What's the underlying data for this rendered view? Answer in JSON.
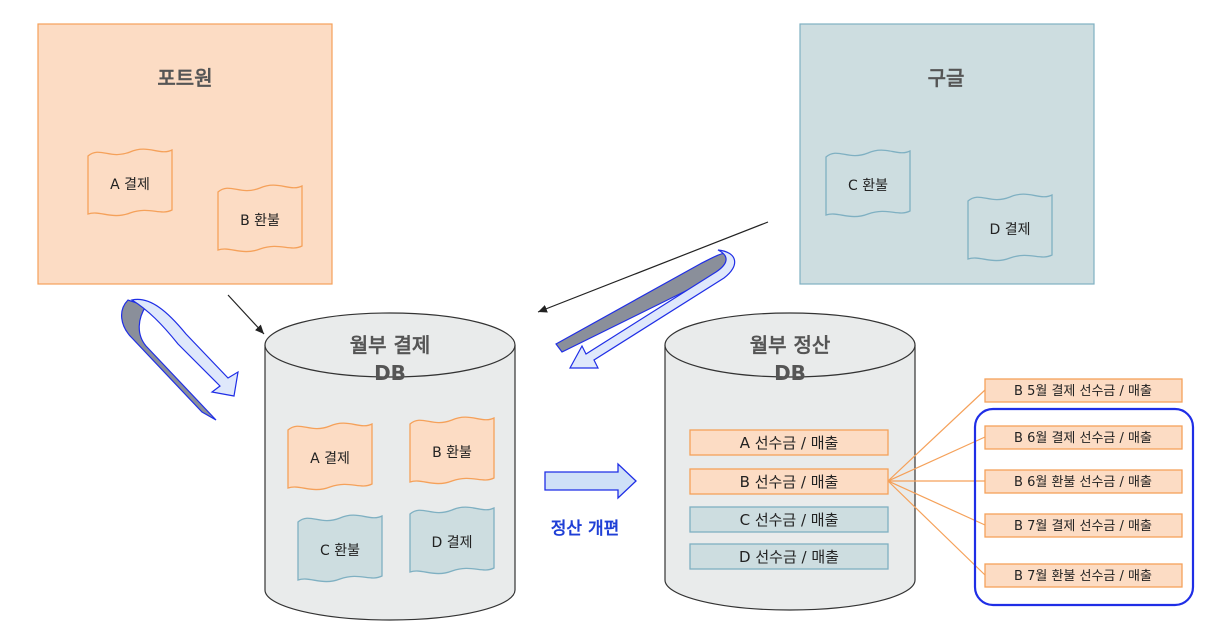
{
  "colors": {
    "orange_fill": "#fcdcc4",
    "orange_stroke": "#f5a15a",
    "blue_fill": "#cddde0",
    "blue_stroke": "#7fb0c2",
    "db_fill": "#e9ebeb",
    "db_stroke": "#333333",
    "highlight_stroke": "#1f2ee6",
    "caption_color": "#1f3fd6"
  },
  "sources": {
    "portone": {
      "title": "포트원",
      "docs": [
        "A 결제",
        "B 환불"
      ]
    },
    "google": {
      "title": "구글",
      "docs": [
        "C 환불",
        "D 결제"
      ]
    }
  },
  "databases": {
    "payment": {
      "title_line1": "월부 결제",
      "title_line2": "DB",
      "docs": [
        "A 결제",
        "B 환불",
        "C 환불",
        "D 결제"
      ]
    },
    "settlement": {
      "title_line1": "월부 정산",
      "title_line2": "DB",
      "rows": [
        "A 선수금 / 매출",
        "B 선수금 / 매출",
        "C 선수금 / 매출",
        "D 선수금 / 매출"
      ]
    }
  },
  "transition_label": "정산 개편",
  "details": [
    "B 5월 결제 선수금 / 매출",
    "B 6월 결제 선수금 / 매출",
    "B 6월 환불 선수금 / 매출",
    "B 7월 결제 선수금 / 매출",
    "B 7월 환불 선수금 / 매출"
  ]
}
